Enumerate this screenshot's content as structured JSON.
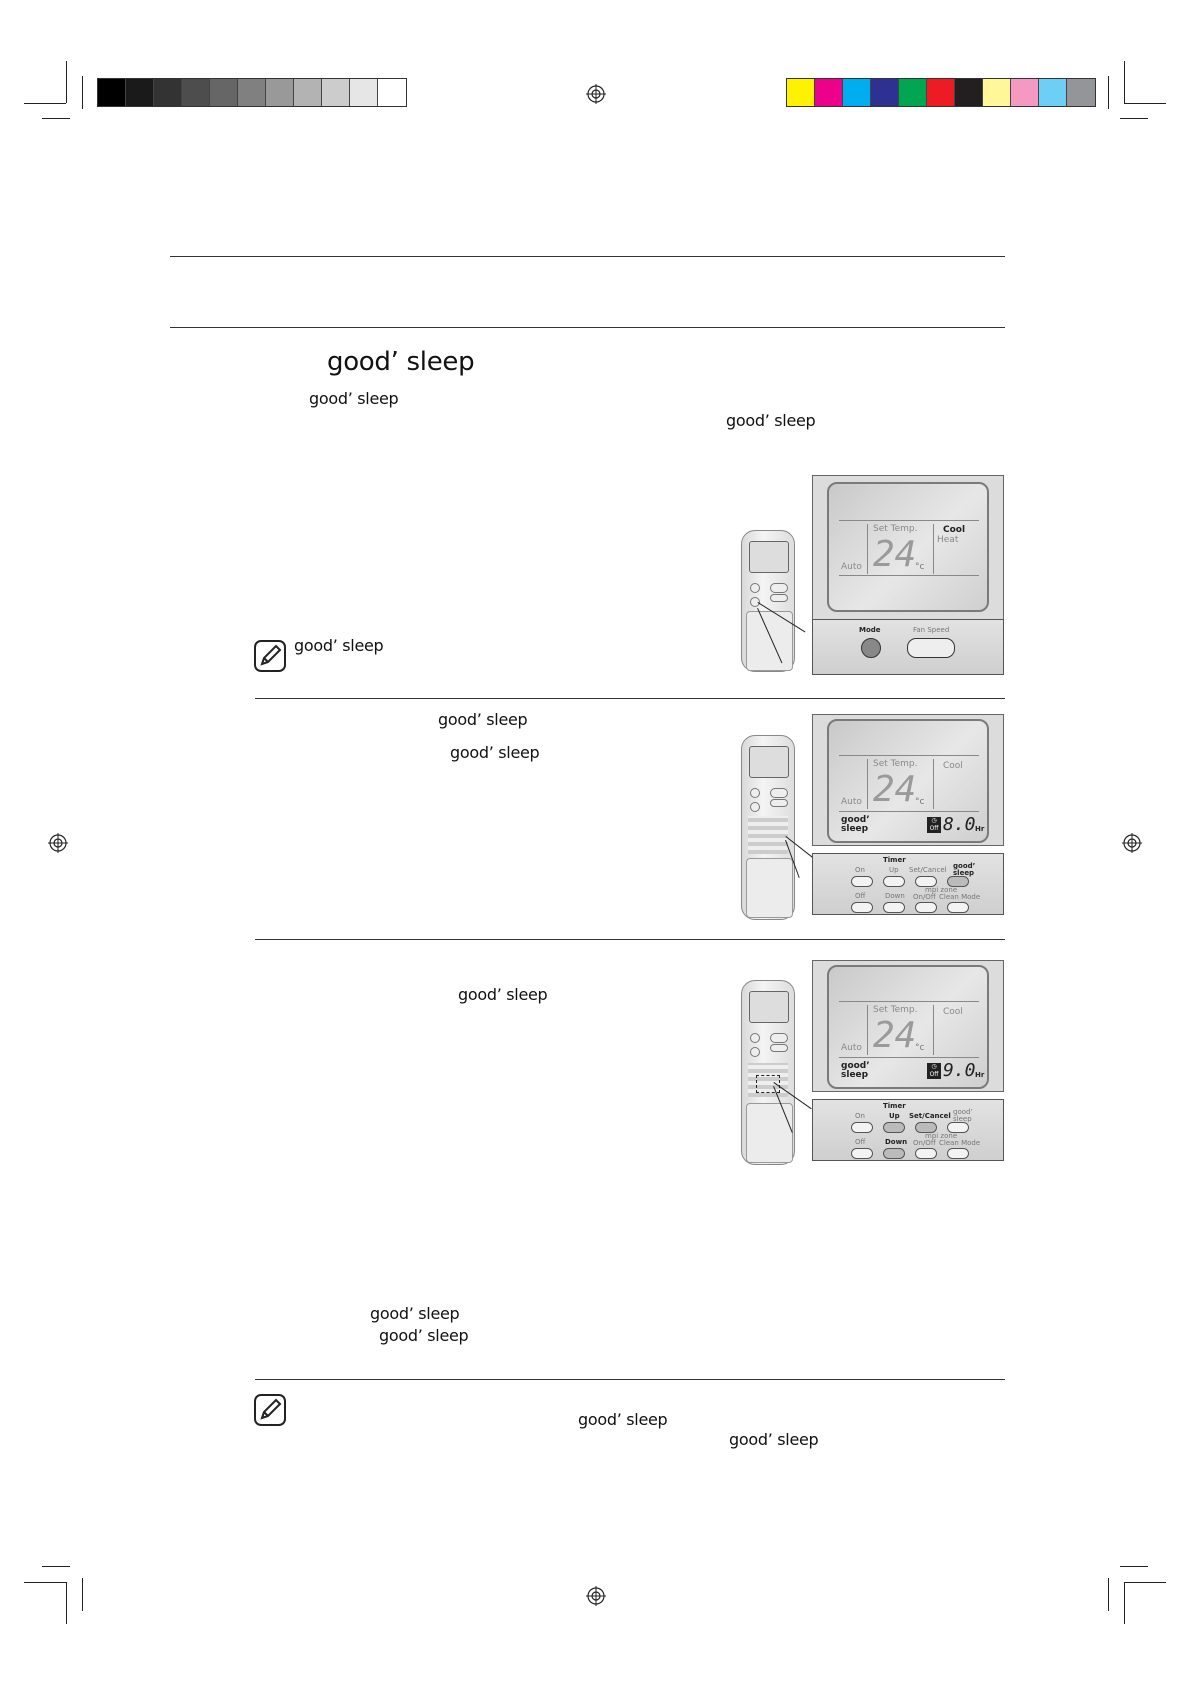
{
  "color_bar": {
    "grays": [
      "#000000",
      "#1a1a1a",
      "#333333",
      "#4d4d4d",
      "#666666",
      "#808080",
      "#999999",
      "#b3b3b3",
      "#cccccc",
      "#e6e6e6",
      "#ffffff"
    ],
    "colors": [
      "#fff200",
      "#ec008c",
      "#00aeef",
      "#2e3192",
      "#00a651",
      "#ed1c24",
      "#231f20",
      "#fff799",
      "#f49ac1",
      "#6dcff6",
      "#939598"
    ]
  },
  "headings": {
    "section_title": "good’ sleep"
  },
  "brand_marks": {
    "m1": "good’ sleep",
    "m2": "good’ sleep",
    "m3": "good’ sleep",
    "m4": "good’ sleep",
    "m5": "good’ sleep",
    "m6": "good’ sleep",
    "m7": "good’ sleep",
    "m8": "good’ sleep",
    "m9": "good’ sleep",
    "m10": "good’ sleep",
    "m11": "good’ sleep"
  },
  "panel1": {
    "set_temp": "Set Temp.",
    "cool": "Cool",
    "heat": "Heat",
    "auto": "Auto",
    "temp": "24",
    "unit": "°c",
    "mode": "Mode",
    "fan_speed": "Fan Speed"
  },
  "panel2": {
    "set_temp": "Set Temp.",
    "cool": "Cool",
    "auto": "Auto",
    "temp": "24",
    "unit": "°c",
    "gs_line1": "good’",
    "gs_line2": "sleep",
    "timer_value": "8.0",
    "hr": "Hr",
    "timer": "Timer",
    "on": "On",
    "up": "Up",
    "set_cancel": "Set/Cancel",
    "gs_btn1": "good’",
    "gs_btn2": "sleep",
    "off": "Off",
    "down": "Down",
    "mpi": "mpi zone",
    "onoff": "On/Off",
    "clean_mode": "Clean Mode"
  },
  "panel3": {
    "set_temp": "Set Temp.",
    "cool": "Cool",
    "auto": "Auto",
    "temp": "24",
    "unit": "°c",
    "gs_line1": "good’",
    "gs_line2": "sleep",
    "timer_value": "9.0",
    "hr": "Hr",
    "timer": "Timer",
    "on": "On",
    "up": "Up",
    "set_cancel": "Set/Cancel",
    "gs_btn1": "good’",
    "gs_btn2": "sleep",
    "off": "Off",
    "down": "Down",
    "mpi": "mpi zone",
    "onoff": "On/Off",
    "clean_mode": "Clean Mode"
  },
  "icons": {
    "registration": "registration-mark-icon",
    "note": "note-pencil-icon"
  }
}
